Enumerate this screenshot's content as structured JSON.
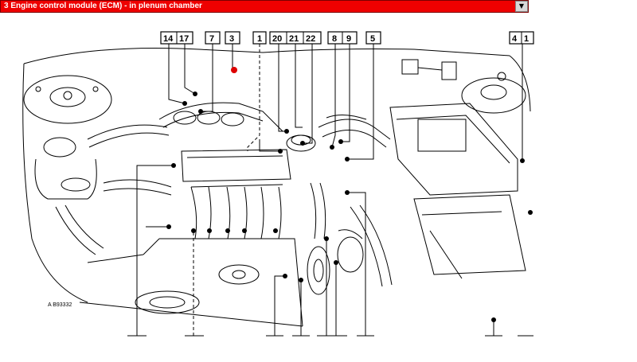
{
  "selector": {
    "title": "3    Engine control module (ECM) - in plenum chamber",
    "dropdown_icon": "triangle-down"
  },
  "diagram": {
    "figure_code": "A B93332",
    "callouts": [
      "14",
      "17",
      "7",
      "3",
      "1",
      "20",
      "21",
      "22",
      "8",
      "9",
      "5",
      "4",
      "1"
    ],
    "highlight_color": "#ee0000",
    "highlight_dot_color": "#dd0000"
  }
}
